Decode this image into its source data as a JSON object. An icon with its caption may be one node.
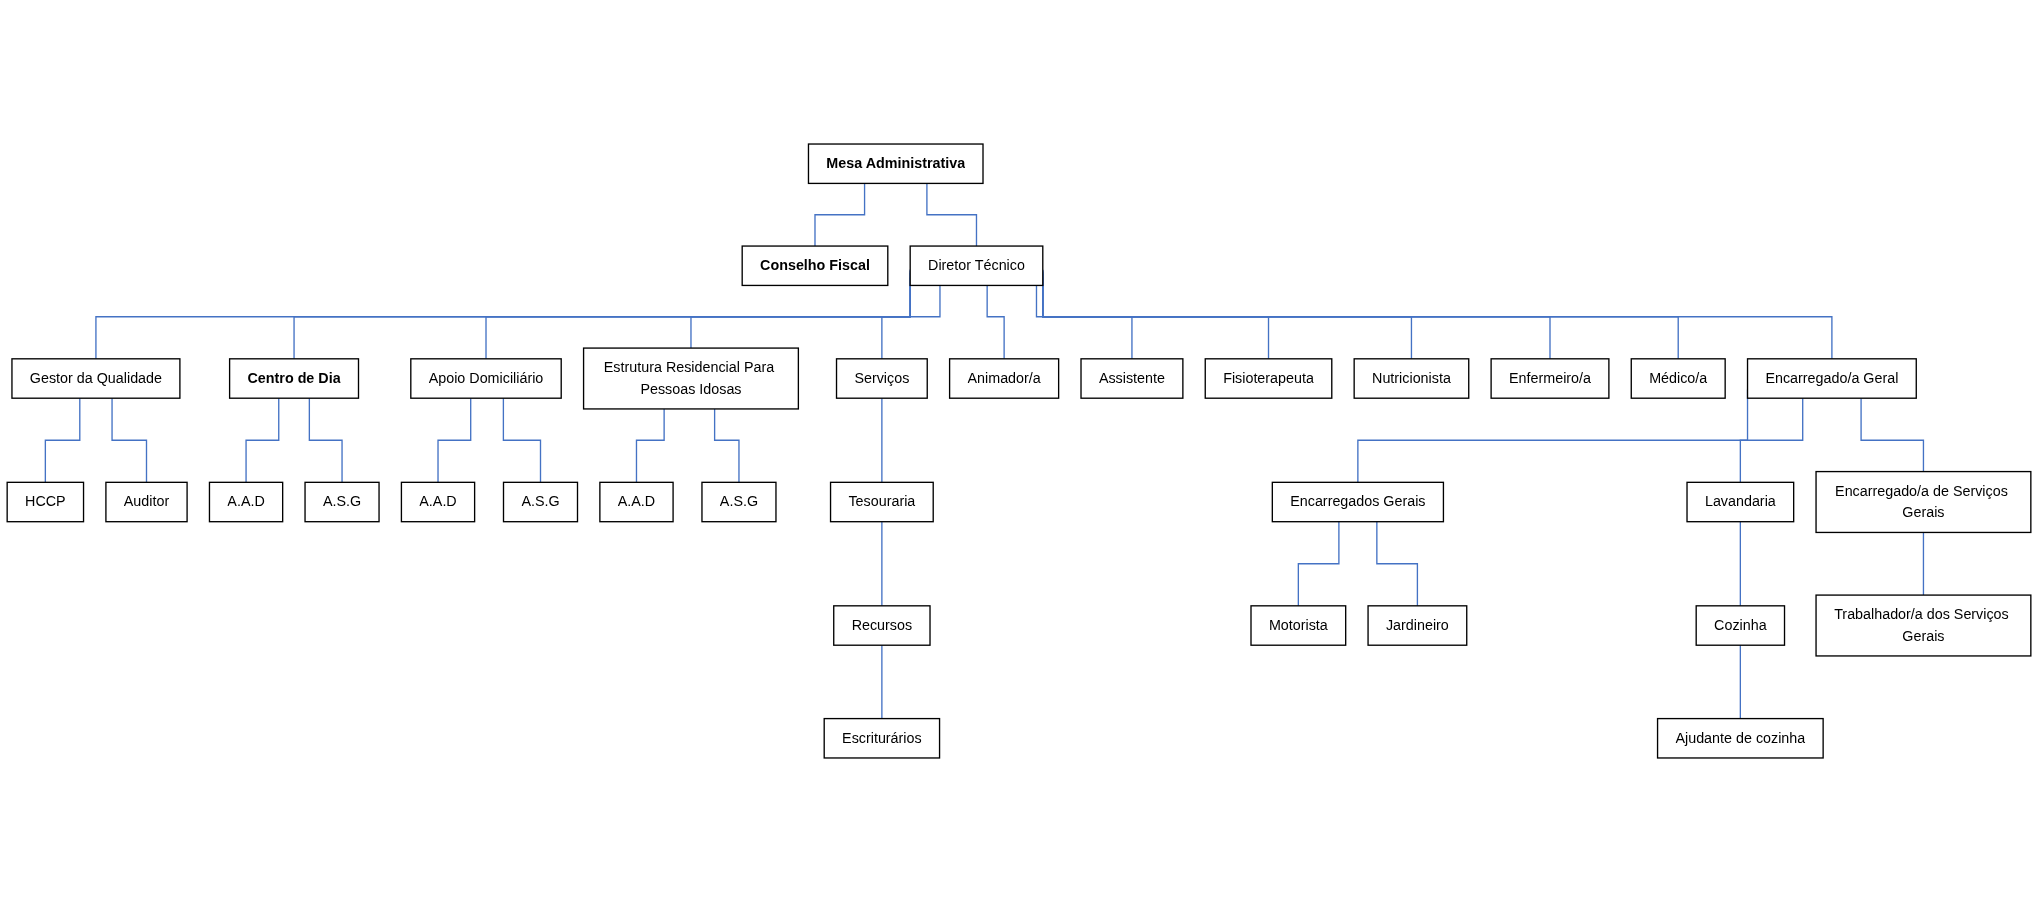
{
  "diagram": {
    "nodes": [
      {
        "text": [
          "Mesa Administrativa"
        ]
      },
      {
        "text": [
          "Conselho Fiscal"
        ]
      },
      {
        "text": [
          "Gestor da Qualidade"
        ]
      },
      {
        "text": [
          "Diretor Técnico"
        ]
      },
      {
        "text": [
          "Serviços"
        ]
      },
      {
        "text": [
          "HCCP"
        ]
      },
      {
        "text": [
          "Auditor"
        ]
      },
      {
        "text": [
          "Centro de Dia"
        ]
      },
      {
        "text": [
          "A.A.D"
        ]
      },
      {
        "text": [
          "A.S.G"
        ]
      },
      {
        "text": [
          "Apoio Domiciliário"
        ]
      },
      {
        "text": [
          "A.A.D"
        ]
      },
      {
        "text": [
          "A.S.G"
        ]
      },
      {
        "text": [
          "Estrutura Residencial Para Pessoas Idosas"
        ]
      },
      {
        "text": [
          "A.A.D"
        ]
      },
      {
        "text": [
          "A.S.G"
        ]
      },
      {
        "text": [
          "Tesouraria"
        ]
      },
      {
        "text": [
          "Recursos"
        ]
      },
      {
        "text": [
          "Escriturários"
        ]
      },
      {
        "text": [
          "Animador/a"
        ]
      },
      {
        "text": [
          "Assistente"
        ]
      },
      {
        "text": [
          "Fisioterapeuta"
        ]
      },
      {
        "text": [
          "Nutricionista"
        ]
      },
      {
        "text": [
          "Enfermeiro/a"
        ]
      },
      {
        "text": [
          "Médico/a"
        ]
      },
      {
        "text": [
          "Encarregados Gerais"
        ]
      },
      {
        "text": [
          "Encarregado/a Geral"
        ]
      },
      {
        "text": [
          "Encarregado/a de Serviços Gerais"
        ]
      },
      {
        "text": [
          "Motorista"
        ]
      },
      {
        "text": [
          "Jardineiro"
        ]
      },
      {
        "text": [
          "Lavandaria"
        ]
      },
      {
        "text": [
          "Cozinha"
        ]
      },
      {
        "text": [
          "Ajudante de cozinha"
        ]
      },
      {
        "text": [
          "Trabalhador/a dos Serviços Gerais"
        ]
      }
    ],
    "edges": [
      {
        "from": 0,
        "to": 1,
        "arrow": "none"
      },
      {
        "from": 0,
        "to": 3,
        "arrow": "none"
      },
      {
        "from": 3,
        "to": 2,
        "arrow": "none"
      },
      {
        "from": 3,
        "to": 4,
        "arrow": "none"
      },
      {
        "from": 2,
        "to": 5,
        "arrow": "none"
      },
      {
        "from": 2,
        "to": 6,
        "arrow": "none"
      },
      {
        "from": 3,
        "to": 7,
        "arrow": "none"
      },
      {
        "from": 3,
        "to": 10,
        "arrow": "none"
      },
      {
        "from": 3,
        "to": 13,
        "arrow": "none"
      },
      {
        "from": 7,
        "to": 8,
        "arrow": "none"
      },
      {
        "from": 7,
        "to": 9,
        "arrow": "none"
      },
      {
        "from": 10,
        "to": 11,
        "arrow": "none"
      },
      {
        "from": 10,
        "to": 12,
        "arrow": "none"
      },
      {
        "from": 13,
        "to": 14,
        "arrow": "none"
      },
      {
        "from": 13,
        "to": 15,
        "arrow": "none"
      },
      {
        "from": 4,
        "to": 16,
        "arrow": "none"
      },
      {
        "from": 16,
        "to": 17,
        "arrow": "none"
      },
      {
        "from": 17,
        "to": 18,
        "arrow": "none"
      },
      {
        "from": 3,
        "to": 19,
        "arrow": "none"
      },
      {
        "from": 3,
        "to": 20,
        "arrow": "none"
      },
      {
        "from": 3,
        "to": 21,
        "arrow": "none"
      },
      {
        "from": 3,
        "to": 22,
        "arrow": "none"
      },
      {
        "from": 3,
        "to": 23,
        "arrow": "none"
      },
      {
        "from": 3,
        "to": 24,
        "arrow": "none"
      },
      {
        "from": 3,
        "to": 26,
        "arrow": "none"
      },
      {
        "from": 26,
        "to": 25,
        "arrow": "none"
      },
      {
        "from": 26,
        "to": 27,
        "arrow": "none"
      },
      {
        "from": 25,
        "to": 28,
        "arrow": "none"
      },
      {
        "from": 25,
        "to": 29,
        "arrow": "none"
      },
      {
        "from": 26,
        "to": 30,
        "arrow": "none"
      },
      {
        "from": 30,
        "to": 31,
        "arrow": "none"
      },
      {
        "from": 31,
        "to": 32,
        "arrow": "none"
      },
      {
        "from": 27,
        "to": 33,
        "arrow": "none"
      }
    ]
  }
}
